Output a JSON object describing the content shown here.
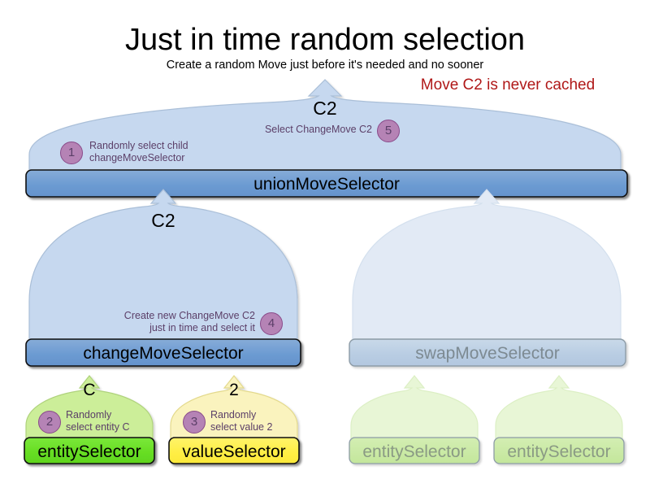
{
  "header": {
    "title": "Just in time random selection",
    "subtitle": "Create a random Move just before it's needed and no sooner",
    "red_note": "Move C2 is never cached"
  },
  "colors": {
    "arrow_blue_fill": "#C6D8EF",
    "arrow_blue_stroke": "#AABFD8",
    "bar_blue_fill": "#6C9BD2",
    "bar_blue_stroke": "#111111",
    "arrow_blue_faded_fill": "#E2EAF5",
    "bar_blue_faded_fill": "#B9CDE3",
    "bar_faded_stroke": "#8C9BA6",
    "arrow_green_fill": "#CCEE99",
    "arrow_green_stroke": "#AFD27C",
    "bar_green_fill": "#66DD22",
    "arrow_yellow_fill": "#FAF3BE",
    "arrow_yellow_stroke": "#E3D98C",
    "bar_yellow_fill": "#FFEE44",
    "arrow_green_faded_fill": "#E8F6D6",
    "bar_green_faded_fill": "#C6E8A0",
    "badge_fill": "#B583B5",
    "badge_stroke": "#8A4B8A",
    "note_text": "#5B3F68",
    "red": "#B01818",
    "dim_text": "#7D8A92",
    "dim_leaf_text": "#8A9A84"
  },
  "tree": {
    "root_bar": {
      "label": "unionMoveSelector",
      "dimmed": false
    },
    "root_move_label": "C2",
    "level2": [
      {
        "label": "changeMoveSelector",
        "move_label": "C2",
        "dimmed": false
      },
      {
        "label": "swapMoveSelector",
        "move_label": "",
        "dimmed": true
      }
    ],
    "leaves": [
      {
        "label": "entitySelector",
        "move_label": "C",
        "dimmed": false,
        "kind": "green"
      },
      {
        "label": "valueSelector",
        "move_label": "2",
        "dimmed": false,
        "kind": "yellow"
      },
      {
        "label": "entitySelector",
        "move_label": "",
        "dimmed": true,
        "kind": "green"
      },
      {
        "label": "entitySelector",
        "move_label": "",
        "dimmed": true,
        "kind": "green"
      }
    ]
  },
  "annotations": [
    {
      "number": "1",
      "text": "Randomly select child\nchangeMoveSelector",
      "align": "left"
    },
    {
      "number": "5",
      "text": "Select ChangeMove C2",
      "align": "right"
    },
    {
      "number": "4",
      "text": "Create new ChangeMove C2\njust in time and select it",
      "align": "right"
    },
    {
      "number": "2",
      "text": "Randomly\nselect entity C",
      "align": "left"
    },
    {
      "number": "3",
      "text": "Randomly\nselect value 2",
      "align": "left"
    }
  ]
}
